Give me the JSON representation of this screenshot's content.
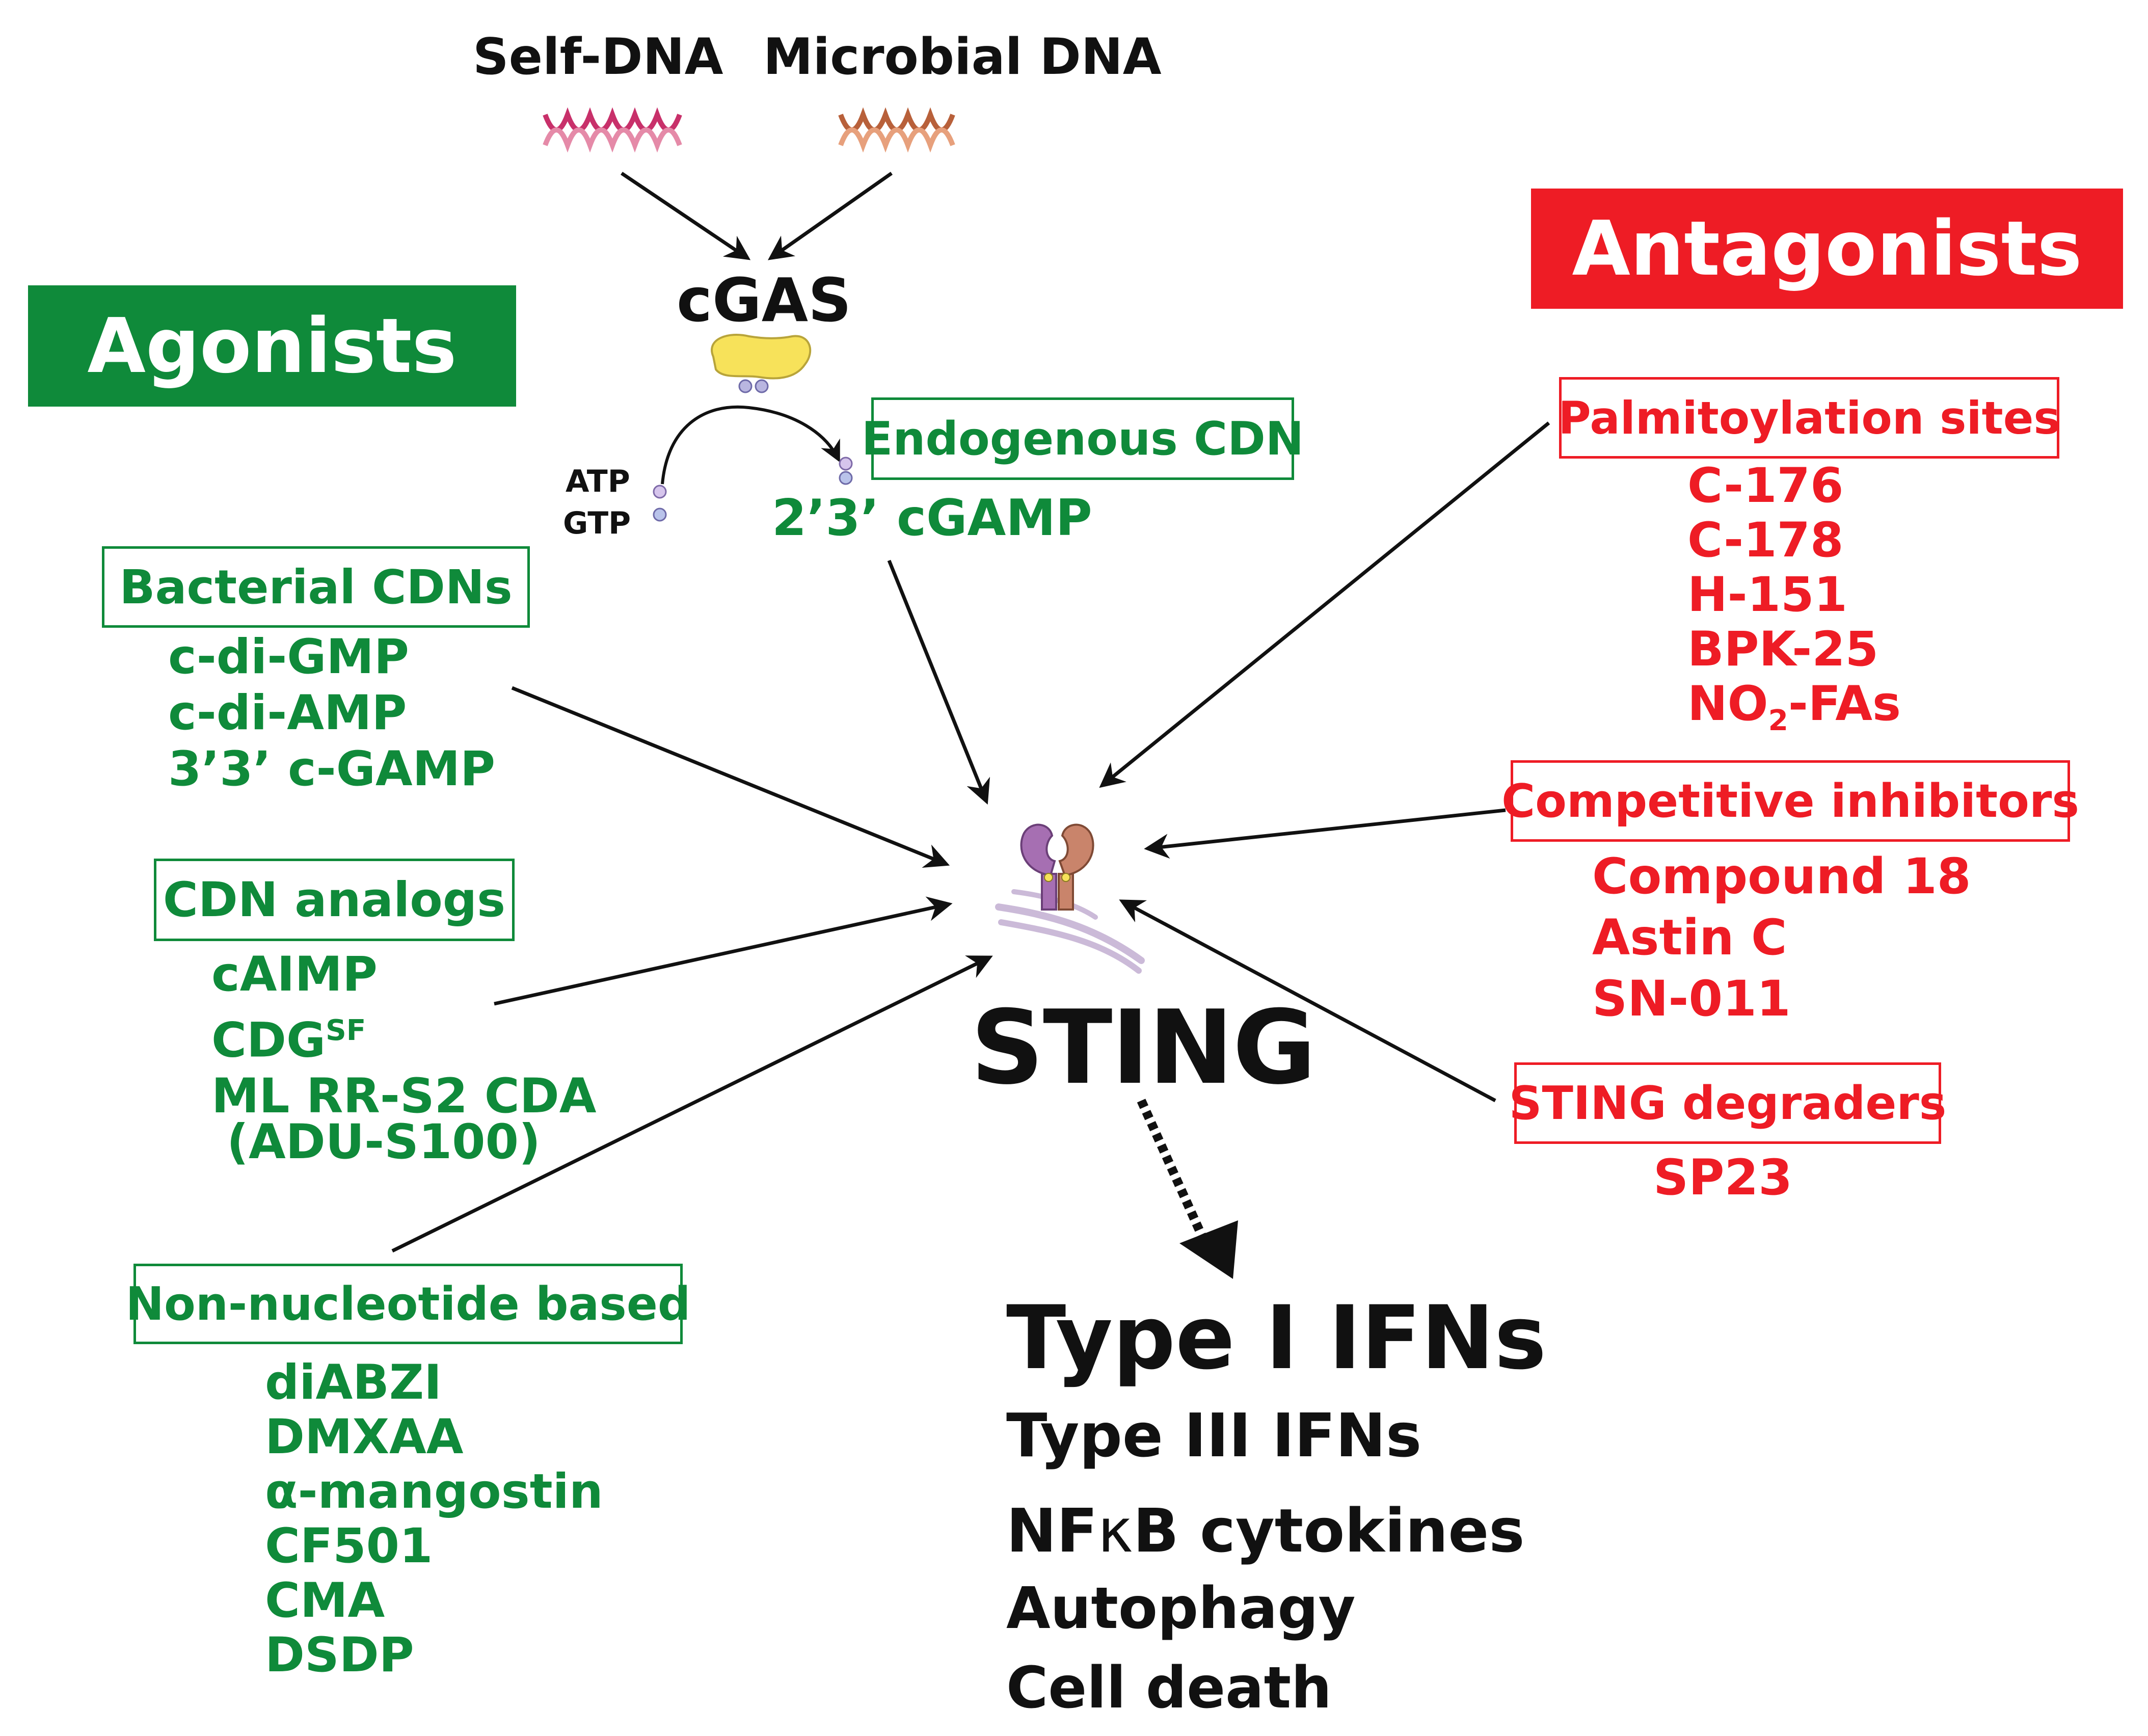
{
  "top": {
    "self_dna": "Self-DNA",
    "microbial_dna": "Microbial DNA",
    "cgas": "cGAS",
    "atp": "ATP",
    "gtp": "GTP"
  },
  "agonists": {
    "banner": "Agonists",
    "color": "#0f8a3a",
    "endogenous": {
      "label": "Endogenous CDN",
      "items": [
        "2’3’ cGAMP"
      ]
    },
    "bacterial": {
      "label": "Bacterial CDNs",
      "items": [
        "c-di-GMP",
        "c-di-AMP",
        "3’3’ c-GAMP"
      ]
    },
    "analogs": {
      "label": "CDN analogs",
      "items": [
        "cAIMP",
        "ML RR-S2 CDA",
        "(ADU-S100)"
      ],
      "cdg_base": "CDG",
      "cdg_sup": "SF"
    },
    "non_nucleotide": {
      "label": "Non-nucleotide based",
      "items": [
        "diABZI",
        "DMXAA",
        "α-mangostin",
        "CF501",
        "CMA",
        "DSDP"
      ]
    }
  },
  "antagonists": {
    "banner": "Antagonists",
    "color": "#ee1c25",
    "palmitoylation": {
      "label": "Palmitoylation sites",
      "items": [
        "C-176",
        "C-178",
        "H-151",
        "BPK-25"
      ],
      "no2_pre": "NO",
      "no2_sub": "2",
      "no2_post": "-FAs"
    },
    "competitive": {
      "label": "Competitive inhibitors",
      "items": [
        "Compound 18",
        "Astin C",
        "SN-011"
      ]
    },
    "degraders": {
      "label": "STING degraders",
      "items": [
        "SP23"
      ]
    }
  },
  "center": {
    "sting": "STING"
  },
  "outputs": {
    "main": "Type I IFNs",
    "type3": "Type III IFNs",
    "nfkb_pre": "NF",
    "nfkb_kappa": "κ",
    "nfkb_post": "B cytokines",
    "autophagy": "Autophagy",
    "cell_death": "Cell death"
  }
}
